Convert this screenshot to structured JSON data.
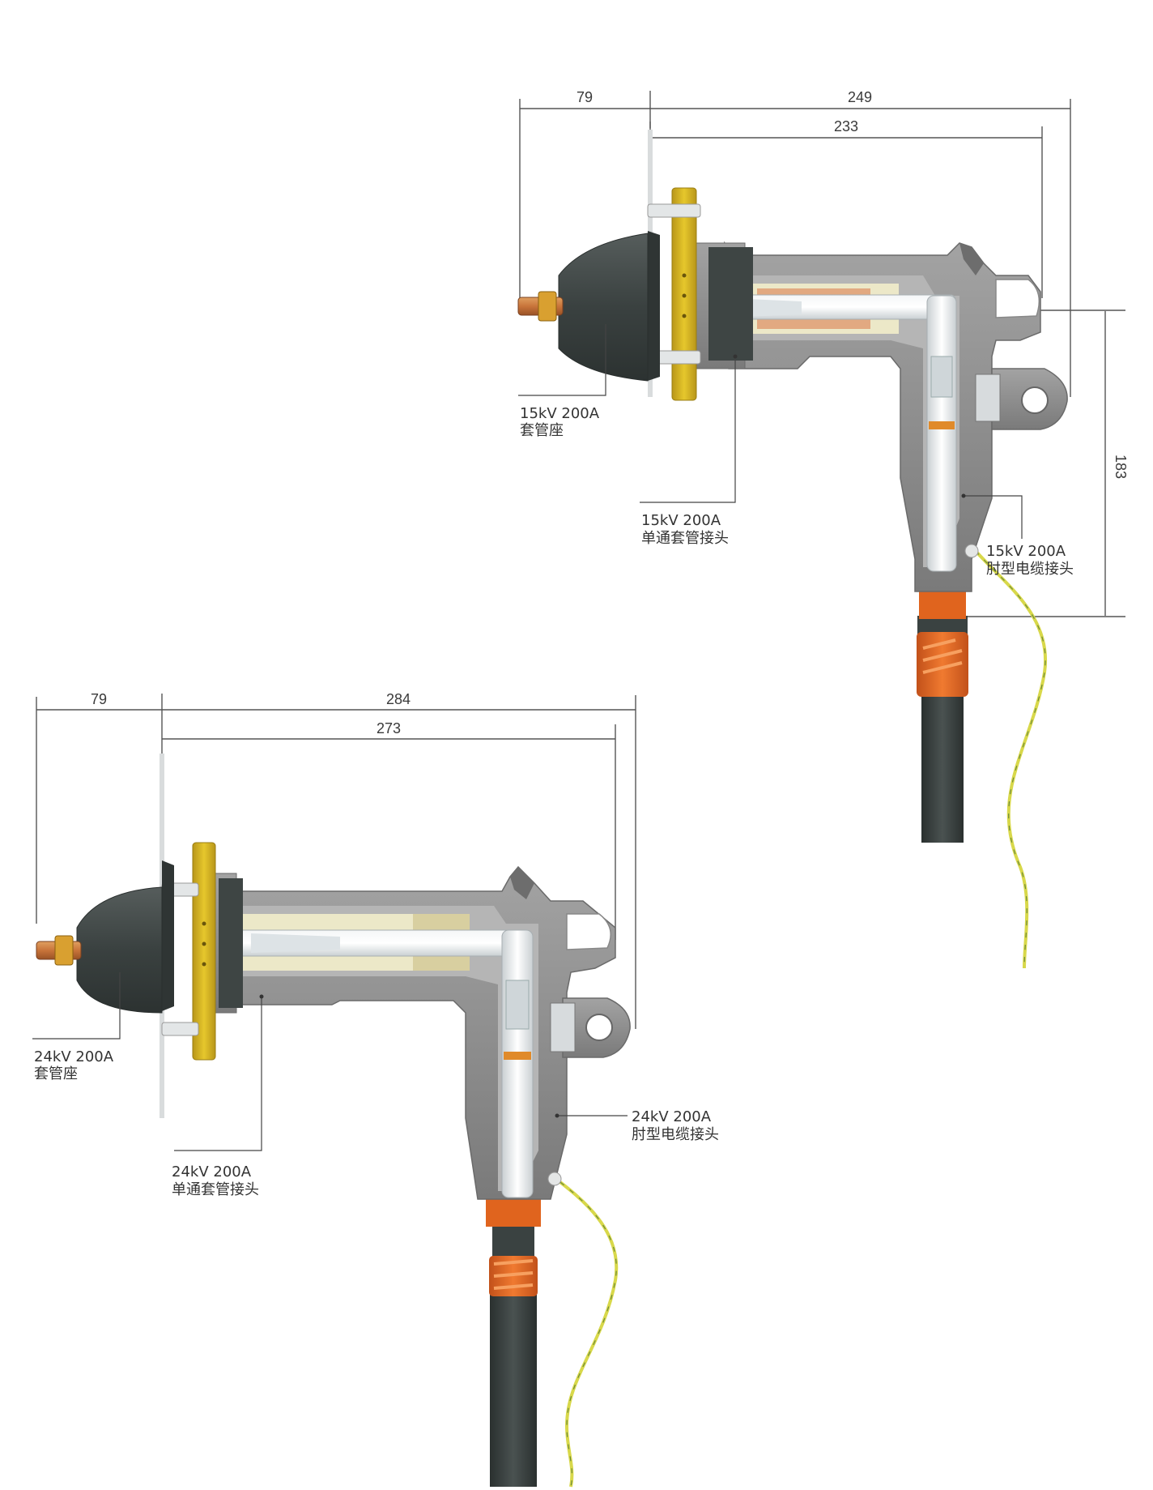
{
  "colors": {
    "housing": "#8c8c8c",
    "housing_dark": "#5f5f5f",
    "insert_black": "#3c4241",
    "flange_yellow": "#d4b21e",
    "copper": "#c8743a",
    "orange": "#e0641e",
    "cable": "#3a4241",
    "ground_wire": "#d8d84a",
    "conductor": "#e8ecee",
    "insulation_cream": "#ece8c8"
  },
  "top_assembly": {
    "dims": {
      "bushing_len": "79",
      "overall_len": "249",
      "inner_len": "233",
      "height": "183"
    },
    "labels": {
      "bushing_well": {
        "line1": "15kV 200A",
        "line2": "套管座"
      },
      "insert": {
        "line1": "15kV 200A",
        "line2": "单通套管接头"
      },
      "elbow": {
        "line1": "15kV 200A",
        "line2": "肘型电缆接头"
      }
    }
  },
  "bottom_assembly": {
    "dims": {
      "bushing_len": "79",
      "overall_len": "284",
      "inner_len": "273"
    },
    "labels": {
      "bushing_well": {
        "line1": "24kV 200A",
        "line2": "套管座"
      },
      "insert": {
        "line1": "24kV 200A",
        "line2": "单通套管接头"
      },
      "elbow": {
        "line1": "24kV 200A",
        "line2": "肘型电缆接头"
      }
    }
  }
}
